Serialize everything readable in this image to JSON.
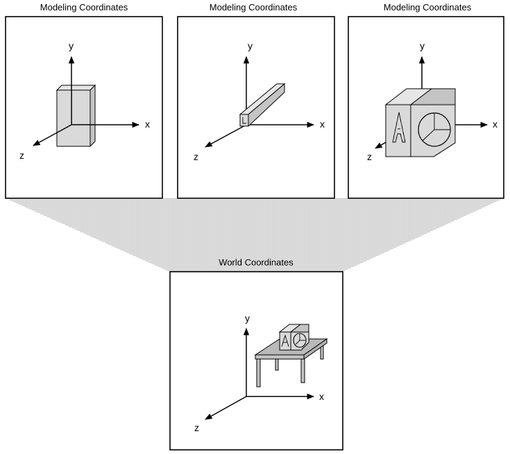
{
  "panels": {
    "modeling_1": {
      "caption": "Modeling Coordinates",
      "axes": {
        "x": "x",
        "y": "y",
        "z": "z"
      }
    },
    "modeling_2": {
      "caption": "Modeling Coordinates",
      "axes": {
        "x": "x",
        "y": "y",
        "z": "z"
      }
    },
    "modeling_3": {
      "caption": "Modeling Coordinates",
      "axes": {
        "x": "x",
        "y": "y",
        "z": "z"
      }
    },
    "world": {
      "caption": "World Coordinates",
      "axes": {
        "x": "x",
        "y": "y",
        "z": "z"
      }
    }
  },
  "colors": {
    "stroke": "#000000",
    "background": "#ffffff",
    "object_fill": "#d8d8d8",
    "object_side": "#c4c4c4",
    "object_top": "#e6e6e6",
    "funnel_fill": "#dcdcdc"
  }
}
